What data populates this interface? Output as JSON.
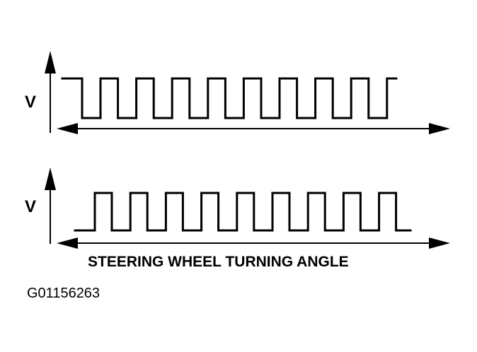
{
  "diagram": {
    "top_signal": {
      "y_axis_label": "V",
      "phase": "high-first",
      "pulse_count": 9
    },
    "bottom_signal": {
      "y_axis_label": "V",
      "phase": "low-first",
      "pulse_count": 9
    },
    "x_axis_caption": "STEERING WHEEL TURNING ANGLE",
    "figure_id": "G01156263",
    "colors": {
      "ink": "#000000",
      "paper": "#ffffff"
    }
  }
}
